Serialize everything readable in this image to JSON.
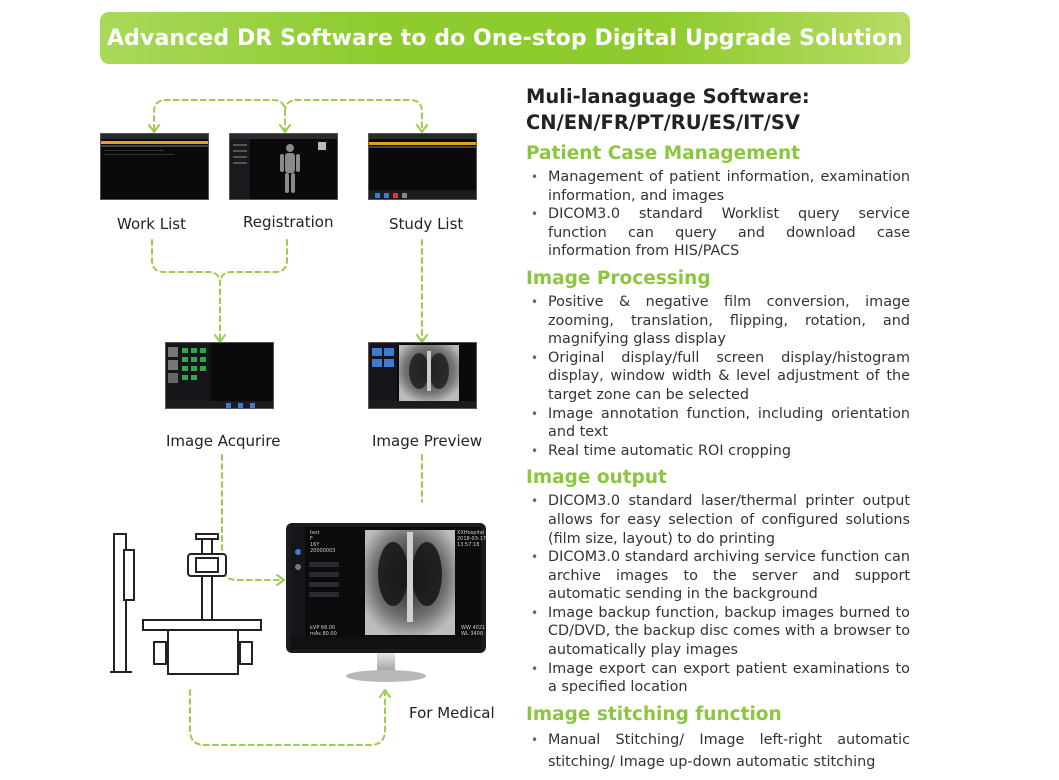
{
  "banner": {
    "title": "Advanced DR Software to do One-stop Digital Upgrade Solution"
  },
  "colors": {
    "accent_green": "#8cc63f",
    "banner_green": "#8dcb2e",
    "text_dark": "#222222",
    "screen_bg": "#0a0a0c"
  },
  "workflow": {
    "work_list": "Work List",
    "registration": "Registration",
    "study_list": "Study List",
    "image_acquire": "Image Acqurire",
    "image_preview": "Image Preview",
    "for_medical": "For Medical",
    "thumb_fields": {
      "name": "test",
      "sex": "F",
      "age": "16Y",
      "id": "20000003",
      "kvp": "kVP 66.00",
      "mas": "mAs 80.00",
      "hospital": "XXHospital",
      "study_date": "2018-03-17",
      "time": "13:57:18",
      "ww": "WW 4021",
      "wl": "WL 3400"
    }
  },
  "right": {
    "language_title": "Muli-lanaguage Software:",
    "language_list": "CN/EN/FR/PT/RU/ES/IT/SV",
    "sections": [
      {
        "heading": "Patient Case Management",
        "items": [
          "Management of patient information, examination information, and images",
          "DICOM3.0 standard Worklist query service function can query and download case information from HIS/PACS"
        ]
      },
      {
        "heading": "Image Processing",
        "items": [
          "Positive & negative film conversion, image zooming, translation, flipping, rotation, and magnifying glass display",
          "Original display/full screen display/histogram display, window width & level adjustment of the target zone can be selected",
          "Image annotation function, including orientation and text",
          "Real time automatic ROI cropping"
        ]
      },
      {
        "heading": "Image output",
        "items": [
          "DICOM3.0 standard laser/thermal printer output allows for easy selection of configured solutions (film size, layout) to do printing",
          "DICOM3.0 standard archiving service function can archive images to the server and support automatic sending in the background",
          "Image backup function, backup images burned to CD/DVD, the backup disc comes with a browser to automatically play images",
          "Image export can export patient examinations to a specified location"
        ]
      },
      {
        "heading": "Image stitching function",
        "items": [
          "Manual Stitching/ Image left-right automatic stitching/ Image up-down automatic stitching"
        ]
      }
    ]
  }
}
